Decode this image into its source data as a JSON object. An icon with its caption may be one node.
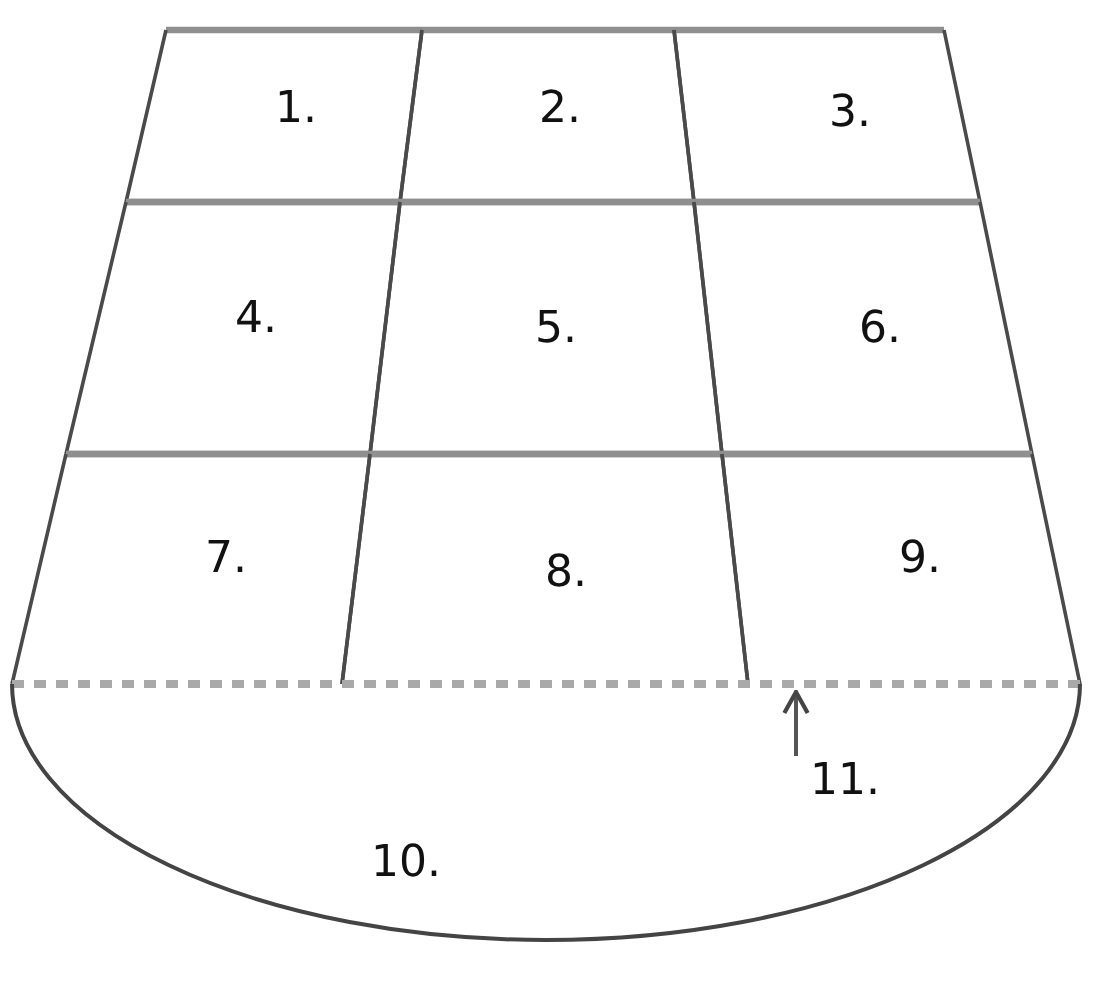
{
  "diagram": {
    "nodes": [
      {
        "text": [
          "1."
        ]
      },
      {
        "text": [
          "2."
        ]
      },
      {
        "text": [
          "3."
        ]
      },
      {
        "text": [
          "4."
        ]
      },
      {
        "text": [
          "5."
        ]
      },
      {
        "text": [
          "6."
        ]
      },
      {
        "text": [
          "7."
        ]
      },
      {
        "text": [
          "8."
        ]
      },
      {
        "text": [
          "9."
        ]
      },
      {
        "text": [],
        "shape": "line"
      },
      {
        "text": [
          "10."
        ]
      },
      {
        "text": [
          "11."
        ],
        "in": 10
      }
    ],
    "edges": [
      {
        "from": 11,
        "to": 9,
        "arrow": "to"
      }
    ]
  }
}
